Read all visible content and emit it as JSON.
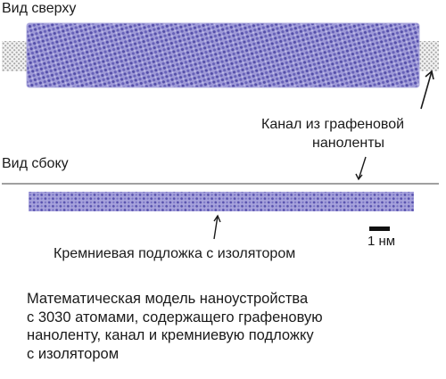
{
  "labels": {
    "top_view": "Вид сверху",
    "side_view": "Вид сбоку",
    "channel_line1": "Канал из графеновой",
    "channel_line2": "наноленты",
    "substrate": "Кремниевая подложка с изолятором",
    "scale_bar": "1 нм"
  },
  "caption": {
    "lines": [
      "Математическая модель наноустройства",
      "с 3030 атомами, содержащего графеновую",
      "наноленту, канал и кремниевую подложку",
      "с изолятором"
    ]
  },
  "colors": {
    "substrate": "#7a75c4",
    "graphene": "#b8b8b8",
    "text": "#1a1a1a"
  }
}
